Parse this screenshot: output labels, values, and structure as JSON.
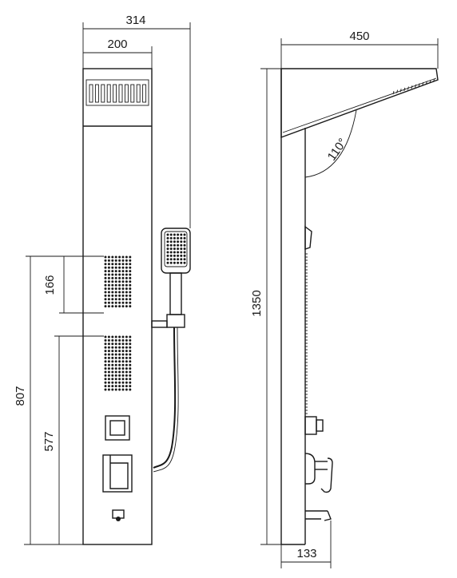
{
  "front_view": {
    "dims": {
      "overall_width": "314",
      "head_width": "200",
      "jet_zone_height": "166",
      "height_to_jets": "807",
      "height_to_lower_jets": "577"
    }
  },
  "side_view": {
    "dims": {
      "head_depth": "450",
      "total_height": "1350",
      "head_angle": "110°",
      "base_depth": "133"
    }
  },
  "colors": {
    "line": "#1a1a1a",
    "background": "#ffffff"
  }
}
